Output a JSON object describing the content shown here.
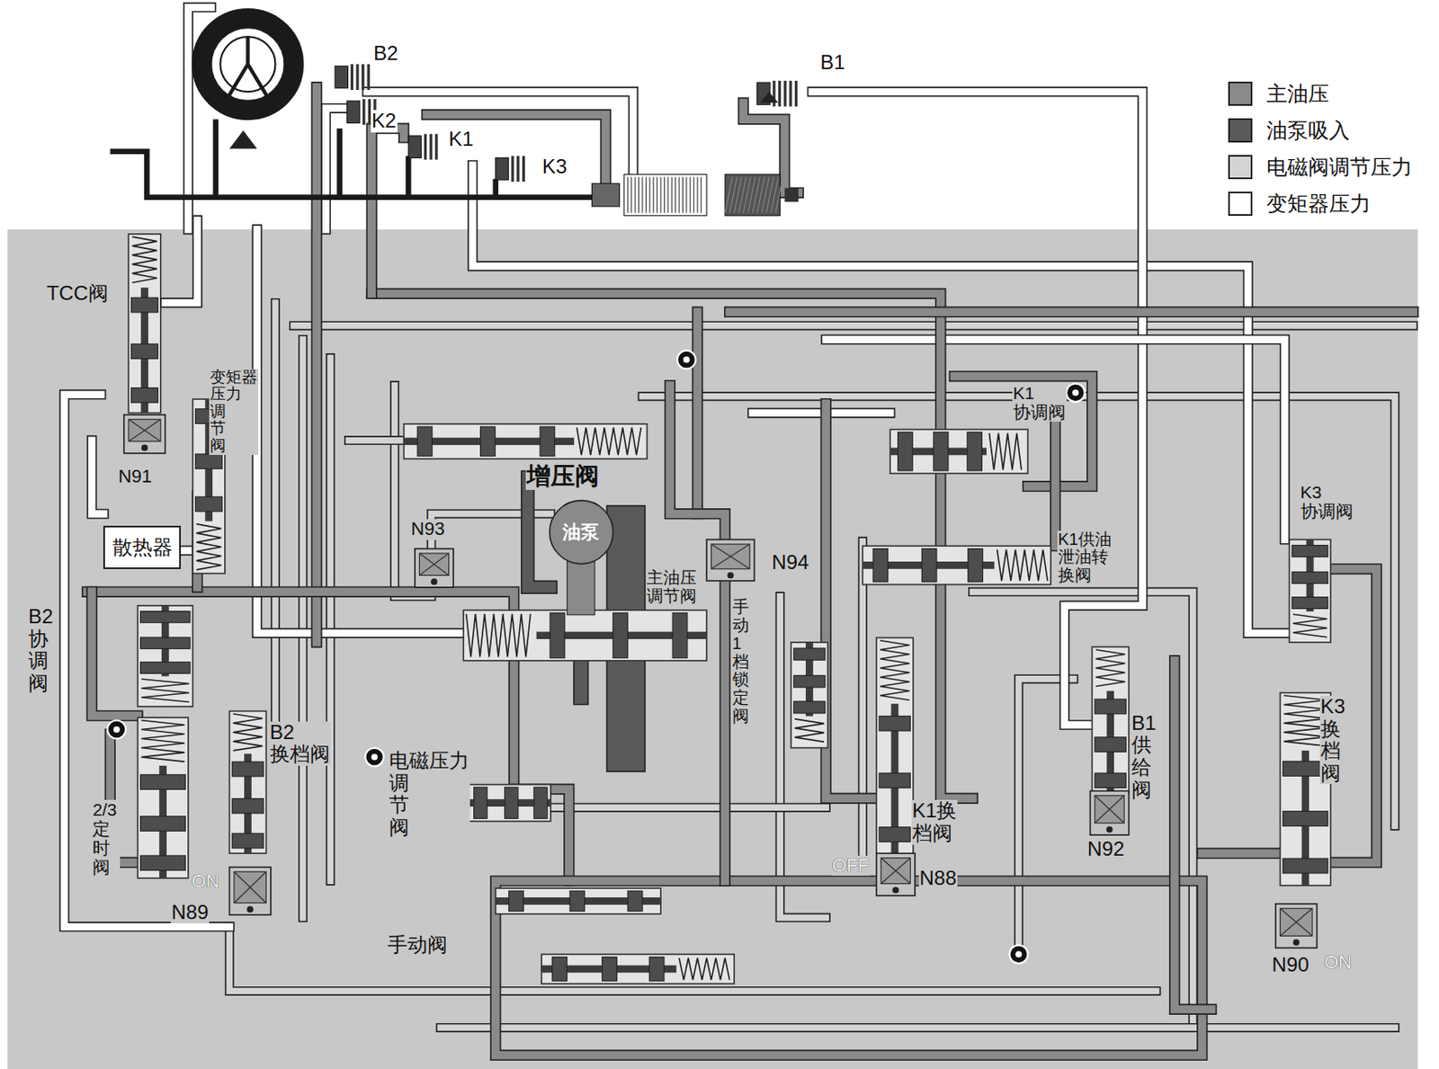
{
  "diagram": {
    "nodes": [
      {
        "text": [
          "散热器"
        ]
      },
      {
        "text": [
          "油泵"
        ]
      }
    ],
    "labels": [
      "B2",
      "K2",
      "K1",
      "K3",
      "B1",
      "TCC阀",
      "N91",
      "变矩器 压力 调 节 阀",
      "增压阀",
      "N93",
      "N94",
      "主油压 调节阀",
      "手动1档锁定阀",
      "K1 协调阀",
      "K1供油 泄油转 换阀",
      "K3 协调阀",
      "B2协调阀",
      "2/3定时阀",
      "B2 换档阀",
      "电磁压力 调 节 阀",
      "K1换 档阀",
      "OFF",
      "N88",
      "B1供给阀",
      "N92",
      "K3换档阀",
      "ON",
      "N90",
      "ON",
      "N89",
      "手动阀"
    ],
    "legend": [
      {
        "text": "主油压",
        "color": "#8a8a8a"
      },
      {
        "text": "油泵吸入",
        "color": "#5a5a5a"
      },
      {
        "text": "电磁阀调节压力",
        "color": "#d4d4d4"
      },
      {
        "text": "变矩器压力",
        "color": "#ffffff"
      }
    ]
  }
}
